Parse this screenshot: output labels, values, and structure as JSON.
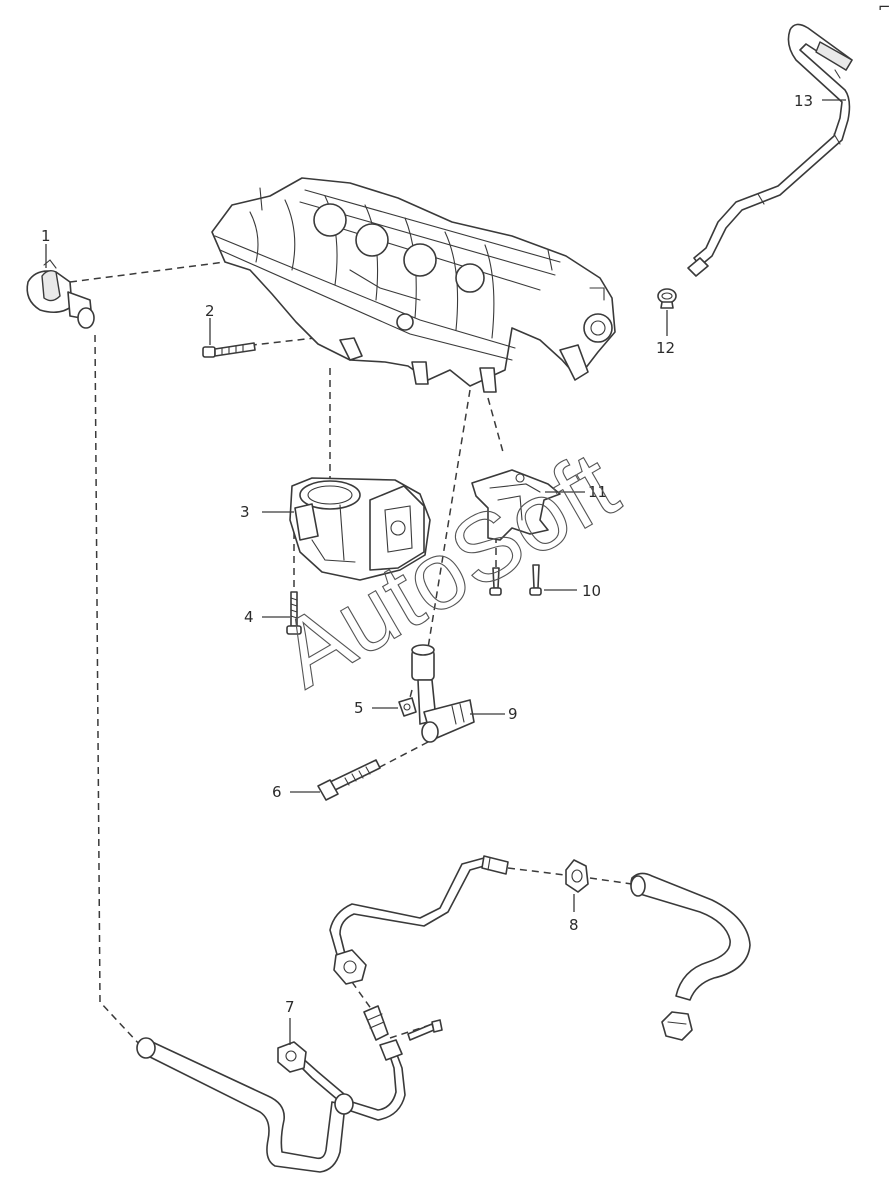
{
  "watermark": "AutoSoft",
  "callouts": {
    "c1": "1",
    "c2": "2",
    "c3": "3",
    "c4": "4",
    "c5": "5",
    "c6": "6",
    "c7": "7",
    "c8": "8",
    "c9": "9",
    "c10": "10",
    "c11": "11",
    "c12": "12",
    "c13": "13"
  },
  "corner_mark": "⌐"
}
